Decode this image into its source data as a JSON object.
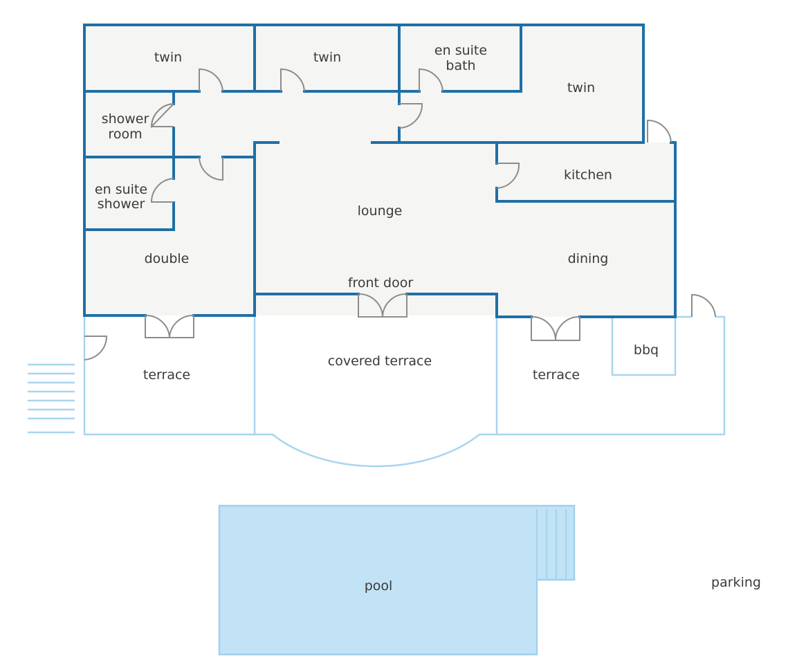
{
  "rooms": {
    "twin_1": "twin",
    "twin_2": "twin",
    "en_suite_bath_line1": "en suite",
    "en_suite_bath_line2": "bath",
    "twin_3": "twin",
    "shower_room_line1": "shower",
    "shower_room_line2": "room",
    "en_suite_shower_line1": "en suite",
    "en_suite_shower_line2": "shower",
    "double": "double",
    "lounge": "lounge",
    "kitchen": "kitchen",
    "dining": "dining",
    "front_door": "front door",
    "terrace_left": "terrace",
    "covered_terrace": "covered terrace",
    "terrace_right": "terrace",
    "bbq": "bbq",
    "pool": "pool",
    "parking": "parking"
  },
  "colors": {
    "interior_wall": "#1f6fa6",
    "exterior_outline": "#a9d4ee",
    "room_fill": "#f5f5f4",
    "pool_fill": "#c2e3f6",
    "door": "#8c8c8c"
  }
}
